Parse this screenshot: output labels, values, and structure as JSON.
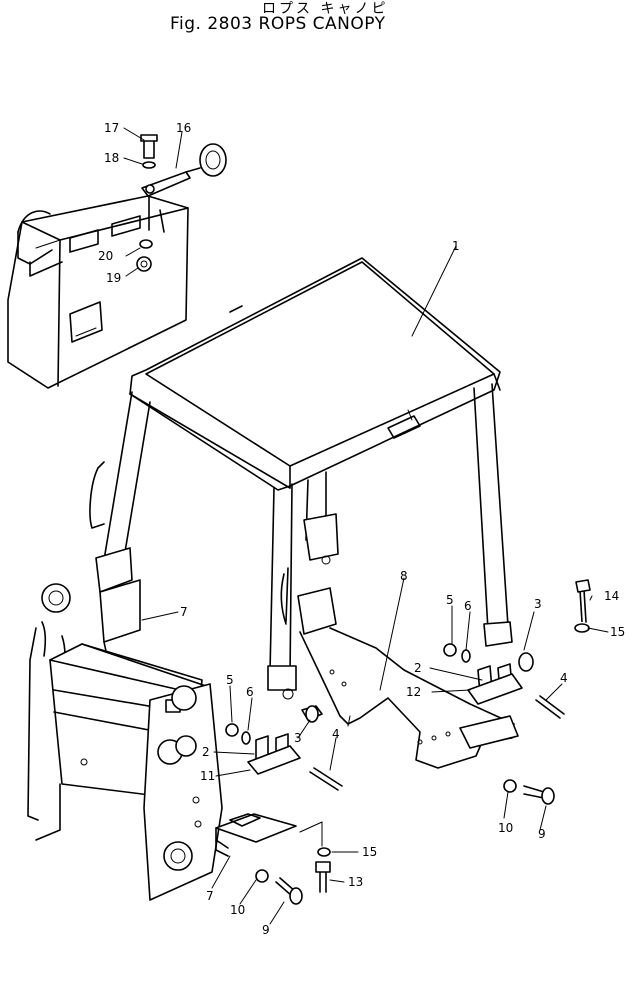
{
  "title": {
    "japanese": "ロプス キャノピ",
    "english": "Fig. 2803 ROPS CANOPY"
  },
  "callouts": [
    {
      "id": "c1",
      "label": "1"
    },
    {
      "id": "c17",
      "label": "17"
    },
    {
      "id": "c16",
      "label": "16"
    },
    {
      "id": "c18",
      "label": "18"
    },
    {
      "id": "c20",
      "label": "20"
    },
    {
      "id": "c19",
      "label": "19"
    },
    {
      "id": "c7a",
      "label": "7"
    },
    {
      "id": "c8",
      "label": "8"
    },
    {
      "id": "c5a",
      "label": "5"
    },
    {
      "id": "c6a",
      "label": "6"
    },
    {
      "id": "c3a",
      "label": "3"
    },
    {
      "id": "c14",
      "label": "14"
    },
    {
      "id": "c15a",
      "label": "15"
    },
    {
      "id": "c2a",
      "label": "2"
    },
    {
      "id": "c12",
      "label": "12"
    },
    {
      "id": "c4a",
      "label": "4"
    },
    {
      "id": "c5b",
      "label": "5"
    },
    {
      "id": "c6b",
      "label": "6"
    },
    {
      "id": "c2b",
      "label": "2"
    },
    {
      "id": "c3b",
      "label": "3"
    },
    {
      "id": "c4b",
      "label": "4"
    },
    {
      "id": "c11",
      "label": "11"
    },
    {
      "id": "c10a",
      "label": "10"
    },
    {
      "id": "c9a",
      "label": "9"
    },
    {
      "id": "c15b",
      "label": "15"
    },
    {
      "id": "c13",
      "label": "13"
    },
    {
      "id": "c7b",
      "label": "7"
    },
    {
      "id": "c10b",
      "label": "10"
    },
    {
      "id": "c9b",
      "label": "9"
    }
  ]
}
